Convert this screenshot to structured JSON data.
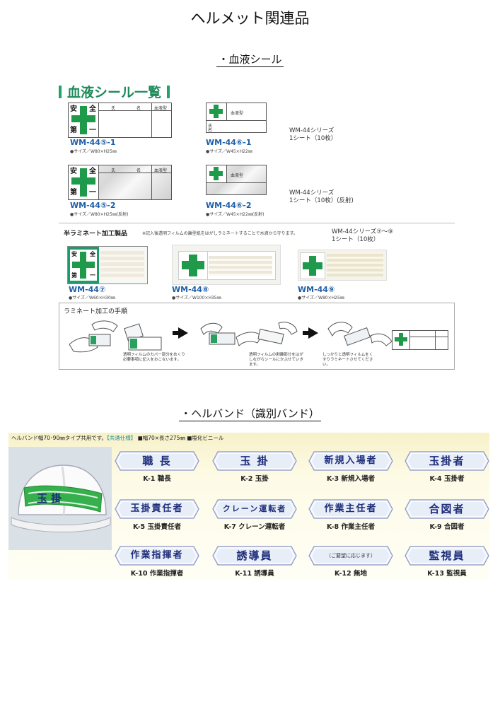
{
  "page_title": "ヘルメット関連品",
  "blood_section": {
    "heading": "・血液シール",
    "catalog_title": "血液シール一覧",
    "mark": {
      "top_left": "安",
      "top_right": "全",
      "bottom_left": "第",
      "bottom_right": "一"
    },
    "label_name_1": "氏",
    "label_name_2": "名",
    "label_blood": "血液型",
    "label_small_name_1": "氏",
    "label_small_name_2": "名",
    "items": [
      {
        "model": "WM-44⑤-1",
        "size": "●サイズ／W80×H25㎜"
      },
      {
        "model": "WM-44⑥-1",
        "size": "●サイズ／W45×H22㎜"
      },
      {
        "model": "WM-44⑤-2",
        "size": "●サイズ／W80×H25㎜(反射)"
      },
      {
        "model": "WM-44⑥-2",
        "size": "●サイズ／W45×H22㎜(反射)"
      }
    ],
    "series_1_line1": "WM-44シリーズ",
    "series_1_line2": "1シート（10枚）",
    "series_2_line1": "WM-44シリーズ",
    "series_2_line2": "1シート（10枚）(反射)",
    "half_laminate_title": "半ラミネート加工製品",
    "half_laminate_note": "※記入後透明フィルムの離型紙をはがしラミネートすることで水滴から守ります。",
    "series_3_line1": "WM-44シリーズ⑦～⑨",
    "series_3_line2": "1シート（10枚）",
    "laminate_items": [
      {
        "model": "WM-44⑦",
        "size": "●サイズ／W60×H30㎜"
      },
      {
        "model": "WM-44⑧",
        "size": "●サイズ／W100×H35㎜"
      },
      {
        "model": "WM-44⑨",
        "size": "●サイズ／W80×H25㎜"
      }
    ],
    "procedure_title": "ラミネート加工の手順",
    "steps": [
      "透明フィルムのカバー部分をめくり必要事項に記入をおこないます。",
      "透明フィルムの剥離部分をはがしながらシールにかぶせていきます。",
      "しっかりと透明フィルムをくすりラミネートさせてください。"
    ]
  },
  "helband_section": {
    "heading": "・ヘルバンド（識別バンド）",
    "header_main": "ヘルバンド幅70･90㎜タイプ共用です。",
    "header_spec": "【共通仕様】",
    "header_size": "■幅70×長さ275㎜",
    "header_material": "■塩化ビニール",
    "photo_band_text": "玉 掛",
    "plate_color": "#e8eef8",
    "plate_edge": "#8a96c8",
    "text_color": "#1d2d7a",
    "bands": [
      {
        "text": "職 長",
        "caption": "K-1 職長"
      },
      {
        "text": "玉 掛",
        "caption": "K-2 玉掛"
      },
      {
        "text": "新規入場者",
        "caption": "K-3 新規入場者"
      },
      {
        "text": "玉掛者",
        "caption": "K-4 玉掛者"
      },
      {
        "text": "玉掛責任者",
        "caption": "K-5 玉掛責任者"
      },
      {
        "text": "クレーン運転者",
        "caption": "K-7 クレーン運転者"
      },
      {
        "text": "作業主任者",
        "caption": "K-8 作業主任者"
      },
      {
        "text": "合図者",
        "caption": "K-9 合図者"
      },
      {
        "text": "作業指揮者",
        "caption": "K-10 作業指揮者"
      },
      {
        "text": "誘導員",
        "caption": "K-11 誘導員"
      },
      {
        "text": "（ご要望に応じます）",
        "caption": "K-12 無地"
      },
      {
        "text": "監視員",
        "caption": "K-13 監視員"
      }
    ]
  }
}
